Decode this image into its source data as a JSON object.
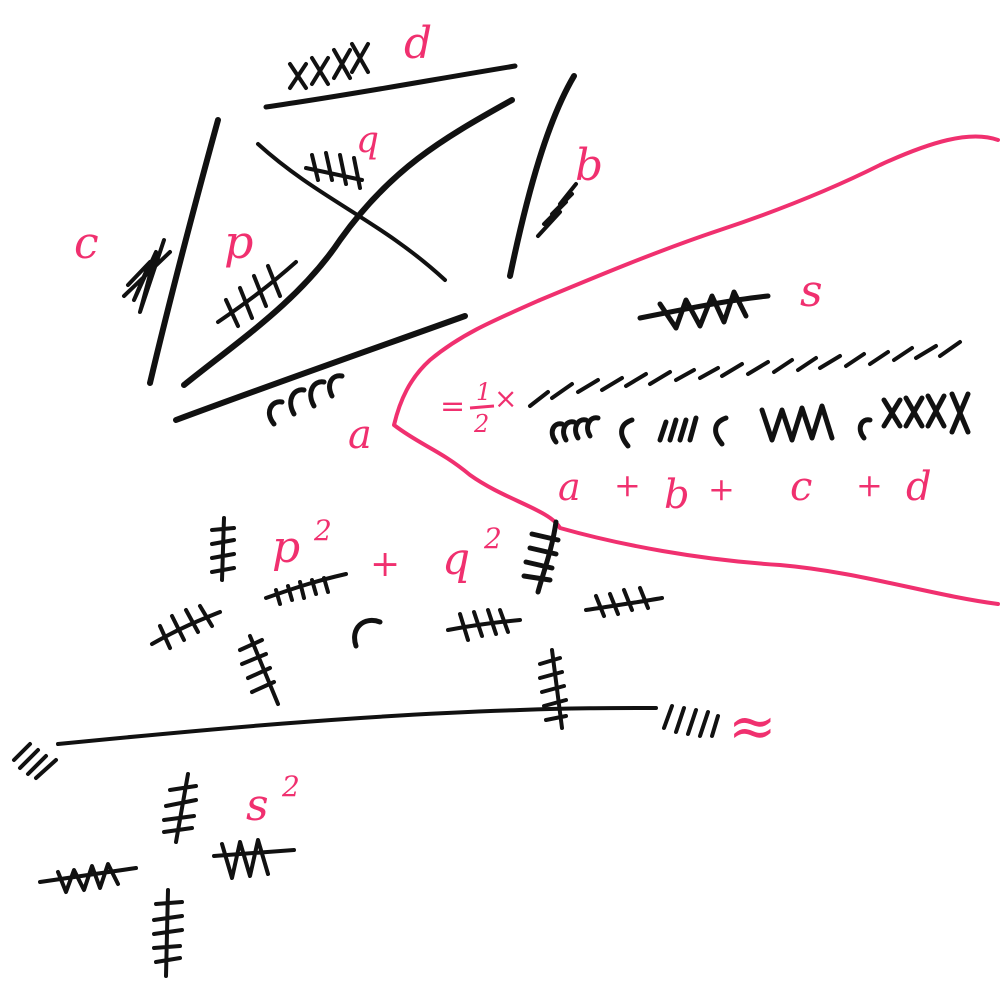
{
  "colors": {
    "ink": "#111111",
    "accent": "#f0306f",
    "background": "#ffffff"
  },
  "labels": {
    "side_d": "d",
    "side_b": "b",
    "side_c": "c",
    "diag_p": "p",
    "diag_q": "q",
    "vertex_a": "a",
    "s_label": "s",
    "equals": "=",
    "half_num": "1",
    "half_den": "2",
    "times": "×",
    "sum_a": "a",
    "plus1": "+",
    "sum_b": "b",
    "plus2": "+",
    "sum_c": "c",
    "plus3": "+",
    "sum_d": "d",
    "p_sq_base": "p",
    "p_sq_exp": "2",
    "plus_pq": "+",
    "q_sq_base": "q",
    "q_sq_exp": "2",
    "approx": "≈",
    "s_sq_base": "s",
    "s_sq_exp": "2"
  }
}
